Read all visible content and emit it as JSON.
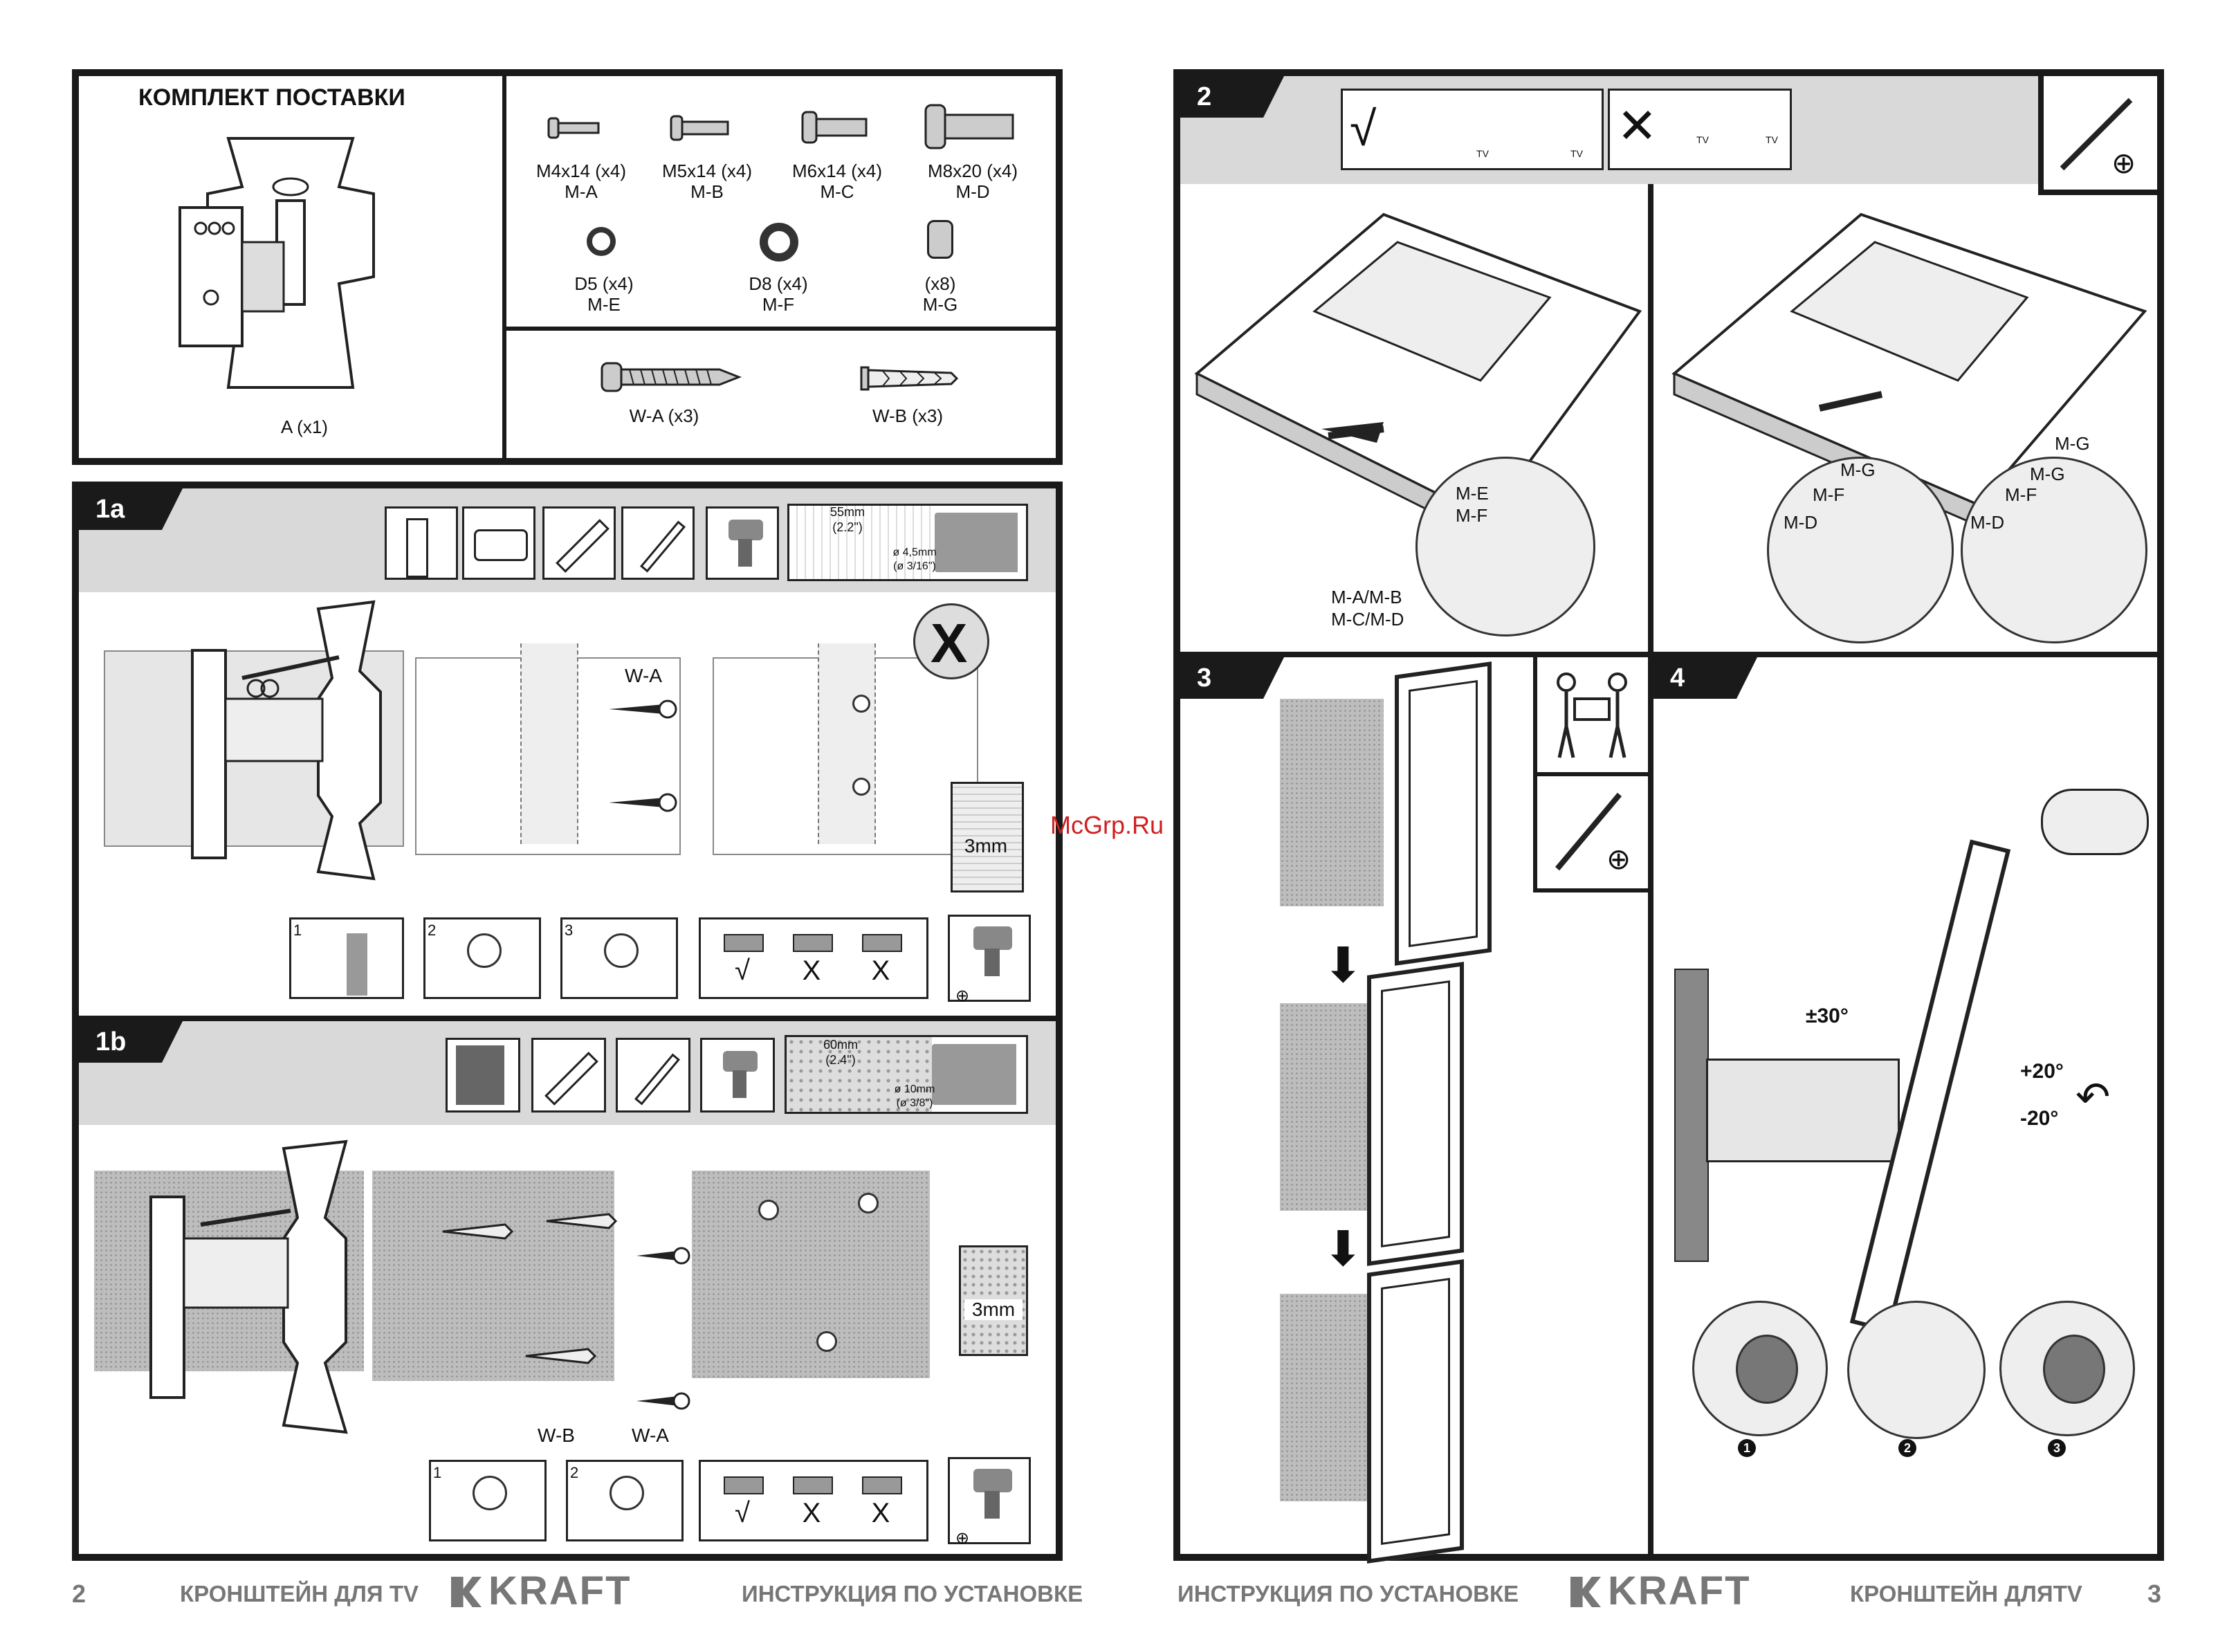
{
  "kit": {
    "title": "КОМПЛЕКТ ПОСТАВКИ",
    "bracket_label": "A (x1)",
    "screws": [
      {
        "size": "M4x14 (x4)",
        "code": "M-A"
      },
      {
        "size": "M5x14 (x4)",
        "code": "M-B"
      },
      {
        "size": "M6x14 (x4)",
        "code": "M-C"
      },
      {
        "size": "M8x20 (x4)",
        "code": "M-D"
      }
    ],
    "washers": [
      {
        "size": "D5 (x4)",
        "code": "M-E"
      },
      {
        "size": "D8 (x4)",
        "code": "M-F"
      },
      {
        "size": "(x8)",
        "code": "M-G"
      }
    ],
    "wall_parts": [
      {
        "label": "W-A (x3)"
      },
      {
        "label": "W-B (x3)"
      }
    ]
  },
  "step1a": {
    "tab": "1a",
    "drill_depth": "55mm",
    "drill_depth_in": "(2.2\")",
    "drill_diam": "ø 4,5mm",
    "drill_diam_in": "(ø 3/16\")",
    "screw_label": "W-A",
    "gap_label": "3mm",
    "sub_steps": [
      "1",
      "2",
      "3"
    ],
    "level_marks": [
      "√",
      "X",
      "X"
    ]
  },
  "step1b": {
    "tab": "1b",
    "drill_depth": "60mm",
    "drill_depth_in": "(2.4\")",
    "drill_diam": "ø 10mm",
    "drill_diam_in": "(ø 3/8\")",
    "anchor_label": "W-B",
    "screw_label": "W-A",
    "gap_label": "3mm",
    "sub_steps": [
      "1",
      "2"
    ],
    "level_marks": [
      "√",
      "X",
      "X"
    ]
  },
  "step2": {
    "tab": "2",
    "tv_tag": "TV",
    "left_callouts": [
      "M-E",
      "M-F",
      "M-A/M-B",
      "M-C/M-D"
    ],
    "mid_callouts": [
      "M-G",
      "M-F",
      "M-D"
    ],
    "right_callouts": [
      "M-G",
      "M-G",
      "M-F",
      "M-D"
    ]
  },
  "step3": {
    "tab": "3"
  },
  "step4": {
    "tab": "4",
    "swivel": "±30°",
    "tilt_up": "+20°",
    "tilt_down": "-20°",
    "knob_steps": [
      "1",
      "2",
      "3"
    ]
  },
  "watermark": "McGrp.Ru",
  "footer": {
    "left_page": "2",
    "left_title": "КРОНШТЕЙН ДЛЯ TV",
    "brand": "KRAFT",
    "left_subtitle": "ИНСТРУКЦИЯ ПО УСТАНОВКЕ",
    "right_subtitle": "ИНСТРУКЦИЯ ПО УСТАНОВКЕ",
    "right_title": "КРОНШТЕЙН ДЛЯTV",
    "right_page": "3"
  }
}
